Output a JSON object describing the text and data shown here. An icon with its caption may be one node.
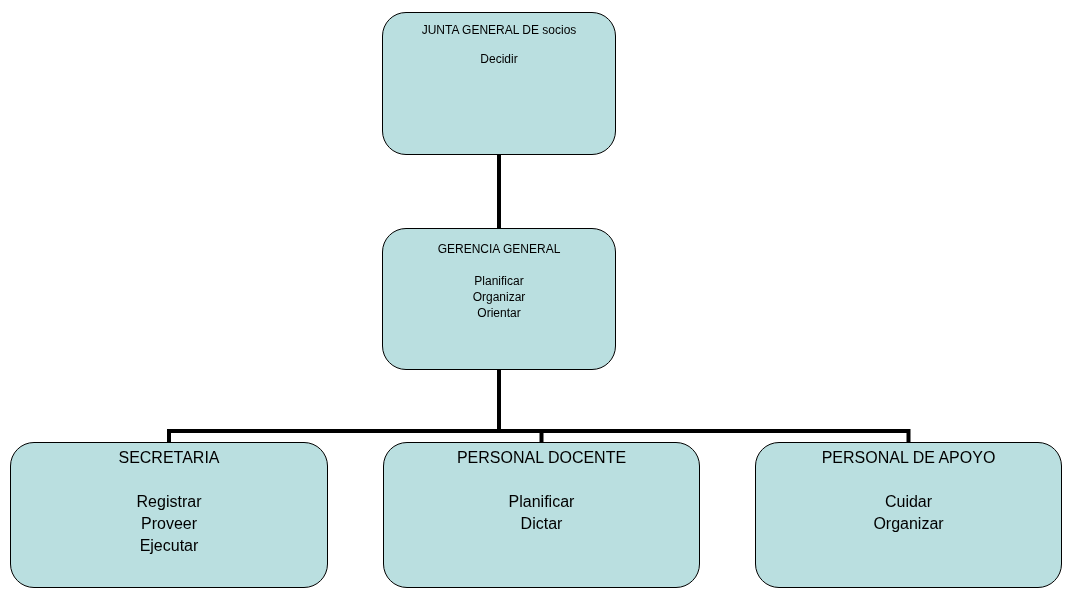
{
  "diagram": {
    "nodes": [
      {
        "text": [
          "JUNTA GENERAL DE socios",
          "Decidir"
        ]
      },
      {
        "text": [
          "GERENCIA GENERAL",
          "Planificar",
          "Organizar",
          "Orientar"
        ]
      },
      {
        "text": [
          "SECRETARIA",
          "Registrar",
          "Proveer",
          "Ejecutar"
        ]
      },
      {
        "text": [
          "PERSONAL DOCENTE",
          "Planificar",
          "Dictar"
        ]
      },
      {
        "text": [
          "PERSONAL DE APOYO",
          "Cuidar",
          "Organizar"
        ]
      }
    ],
    "edges": [
      {
        "from": 0,
        "to": 1,
        "arrow": "none"
      },
      {
        "from": 1,
        "to": 2,
        "arrow": "none"
      },
      {
        "from": 1,
        "to": 3,
        "arrow": "none"
      },
      {
        "from": 1,
        "to": 4,
        "arrow": "none"
      }
    ]
  }
}
